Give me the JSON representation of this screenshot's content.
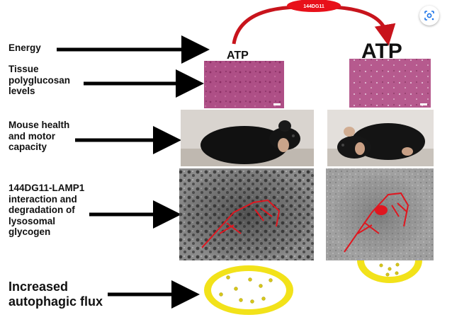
{
  "labels": {
    "energy": "Energy",
    "tissue": [
      "Tissue",
      "polyglucosan",
      "levels"
    ],
    "mouse": [
      "Mouse health",
      "and motor",
      "capacity"
    ],
    "interaction": [
      "144DG11-LAMP1",
      "interaction and",
      "degradation of",
      "lysosomal",
      "glycogen"
    ],
    "autophagic": [
      "Increased",
      "autophagic flux"
    ]
  },
  "drug": {
    "label": "144DG11",
    "color": "#e8101a"
  },
  "atp": {
    "left": "ATP",
    "right": "ATP"
  },
  "colors": {
    "arrow": "#000000",
    "curve": "#c8141c",
    "stain": "#a9477e",
    "mouse_bg": "#d9d4cf",
    "vesicle": "#f2e21a"
  },
  "icons": {
    "lens": "lens-search-icon"
  }
}
